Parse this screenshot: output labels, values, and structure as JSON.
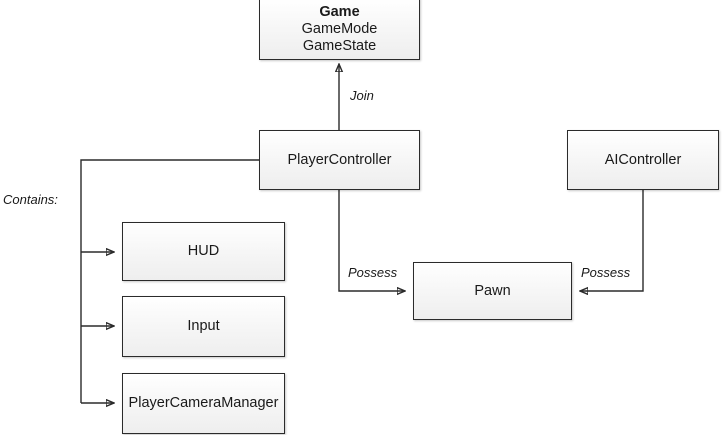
{
  "diagram": {
    "title_node": {
      "heading": "Game",
      "line2": "GameMode",
      "line3": "GameState"
    },
    "nodes": {
      "player_controller": "PlayerController",
      "ai_controller": "AIController",
      "pawn": "Pawn",
      "hud": "HUD",
      "input": "Input",
      "player_camera_manager": "PlayerCameraManager"
    },
    "edge_labels": {
      "join": "Join",
      "possess_player": "Possess",
      "possess_ai": "Possess"
    },
    "legend": {
      "contains": "Contains:"
    },
    "colors": {
      "node_border": "#2b2b2b",
      "node_fill_top": "#ffffff",
      "node_fill_bottom": "#eeeeee",
      "line": "#2b2b2b",
      "text": "#1a1a1a",
      "background": "#ffffff"
    }
  }
}
